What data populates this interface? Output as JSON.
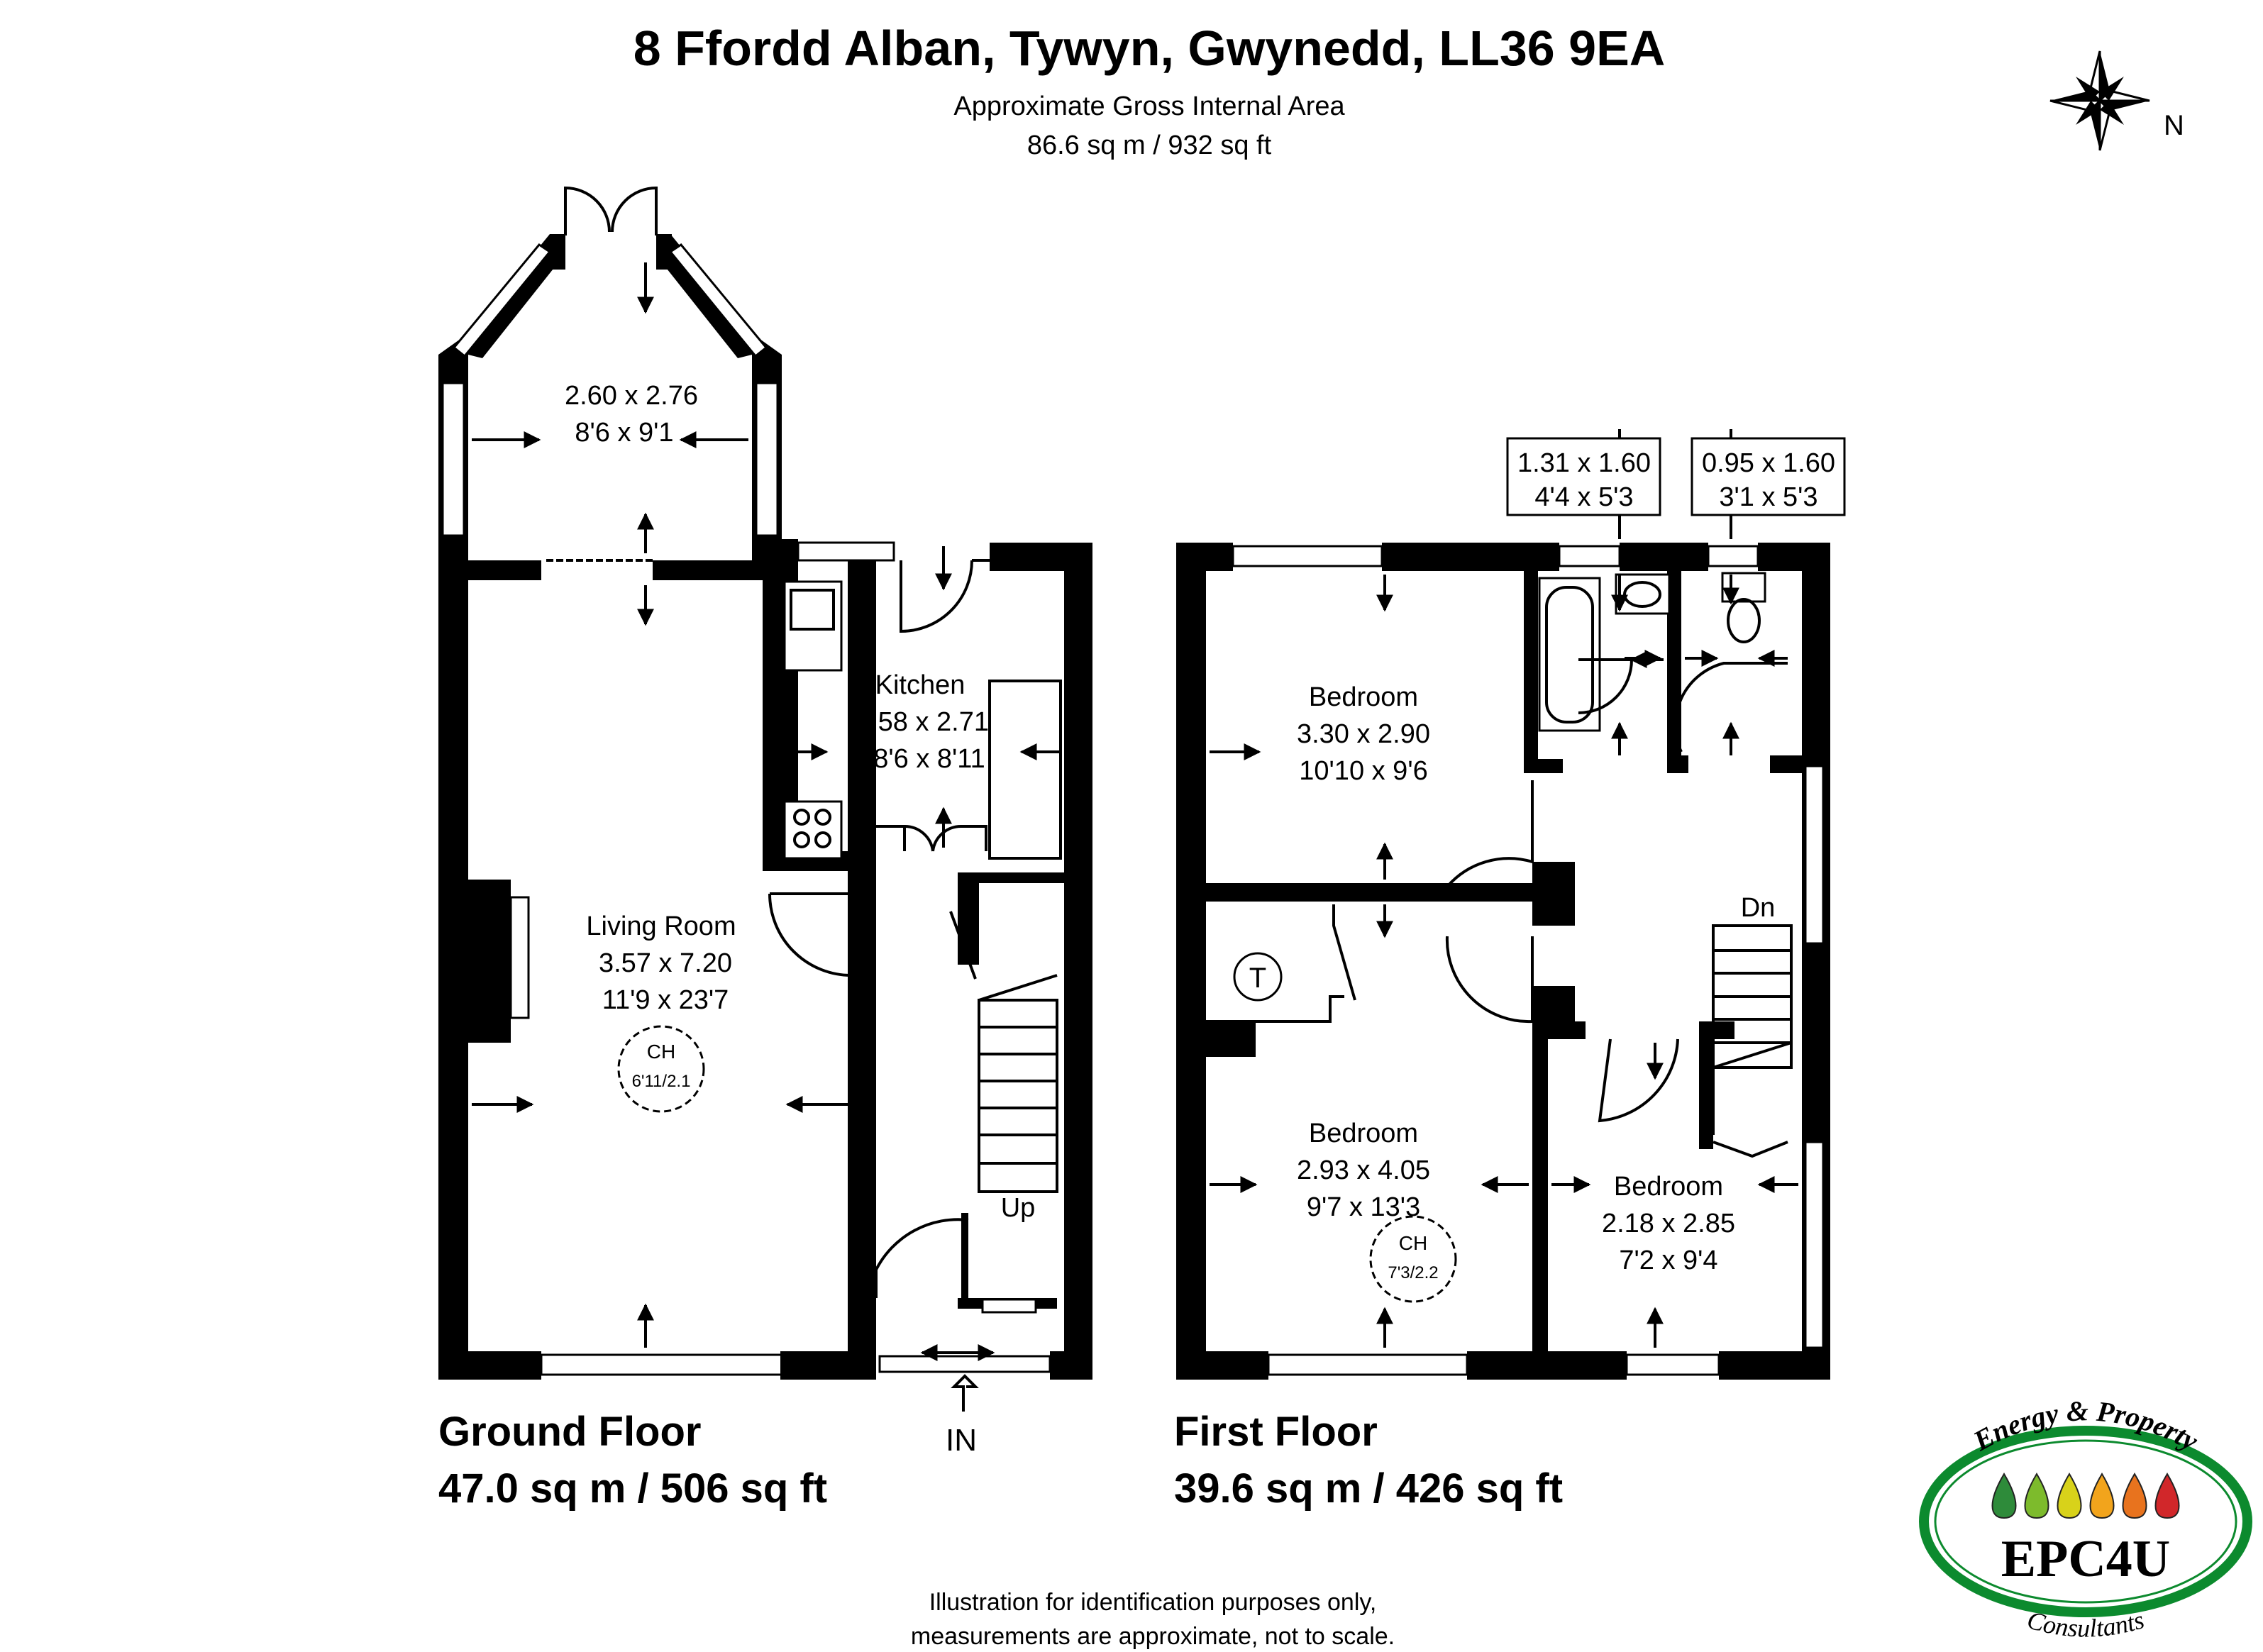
{
  "header": {
    "address": "8 Ffordd Alban, Tywyn, Gwynedd, LL36 9EA",
    "area_label": "Approximate Gross Internal Area",
    "area_value": "86.6 sq m / 932 sq ft"
  },
  "compass": {
    "label": "N"
  },
  "ground_floor": {
    "title": "Ground Floor",
    "area": "47.0 sq m / 506 sq ft",
    "entrance_label": "IN",
    "stairs_label": "Up",
    "rooms": [
      {
        "id": "bay",
        "name": "",
        "metric": "2.60 x 2.76",
        "imperial": "8'6 x 9'1"
      },
      {
        "id": "kitchen",
        "name": "Kitchen",
        "metric": "2.58 x 2.71",
        "imperial": "8'6 x 8'11"
      },
      {
        "id": "living",
        "name": "Living Room",
        "metric": "3.57 x 7.20",
        "imperial": "11'9 x 23'7"
      }
    ],
    "ceiling_height": {
      "label": "CH",
      "value": "6'11/2.1"
    }
  },
  "first_floor": {
    "title": "First Floor",
    "area": "39.6 sq m / 426 sq ft",
    "stairs_label": "Dn",
    "cupboard_label": "T",
    "rooms": [
      {
        "id": "bed1",
        "name": "Bedroom",
        "metric": "3.30 x 2.90",
        "imperial": "10'10 x 9'6"
      },
      {
        "id": "bed2",
        "name": "Bedroom",
        "metric": "2.93 x 4.05",
        "imperial": "9'7 x 13'3"
      },
      {
        "id": "bed3",
        "name": "Bedroom",
        "metric": "2.18 x 2.85",
        "imperial": "7'2 x 9'4"
      },
      {
        "id": "bath",
        "name": "",
        "metric": "1.31 x 1.60",
        "imperial": "4'4 x 5'3"
      },
      {
        "id": "wc",
        "name": "",
        "metric": "0.95 x 1.60",
        "imperial": "3'1 x 5'3"
      }
    ],
    "ceiling_height": {
      "label": "CH",
      "value": "7'3/2.2"
    }
  },
  "disclaimer": {
    "line1": "Illustration for identification purposes only,",
    "line2": "measurements are approximate, not to scale."
  },
  "logo": {
    "top": "Energy & Property",
    "brand": "EPC4U",
    "bottom": "Consultants",
    "drop_colors": [
      "#2e8b3a",
      "#7dbb2c",
      "#d8d21a",
      "#f2a41c",
      "#e8731e",
      "#d1272a"
    ]
  }
}
